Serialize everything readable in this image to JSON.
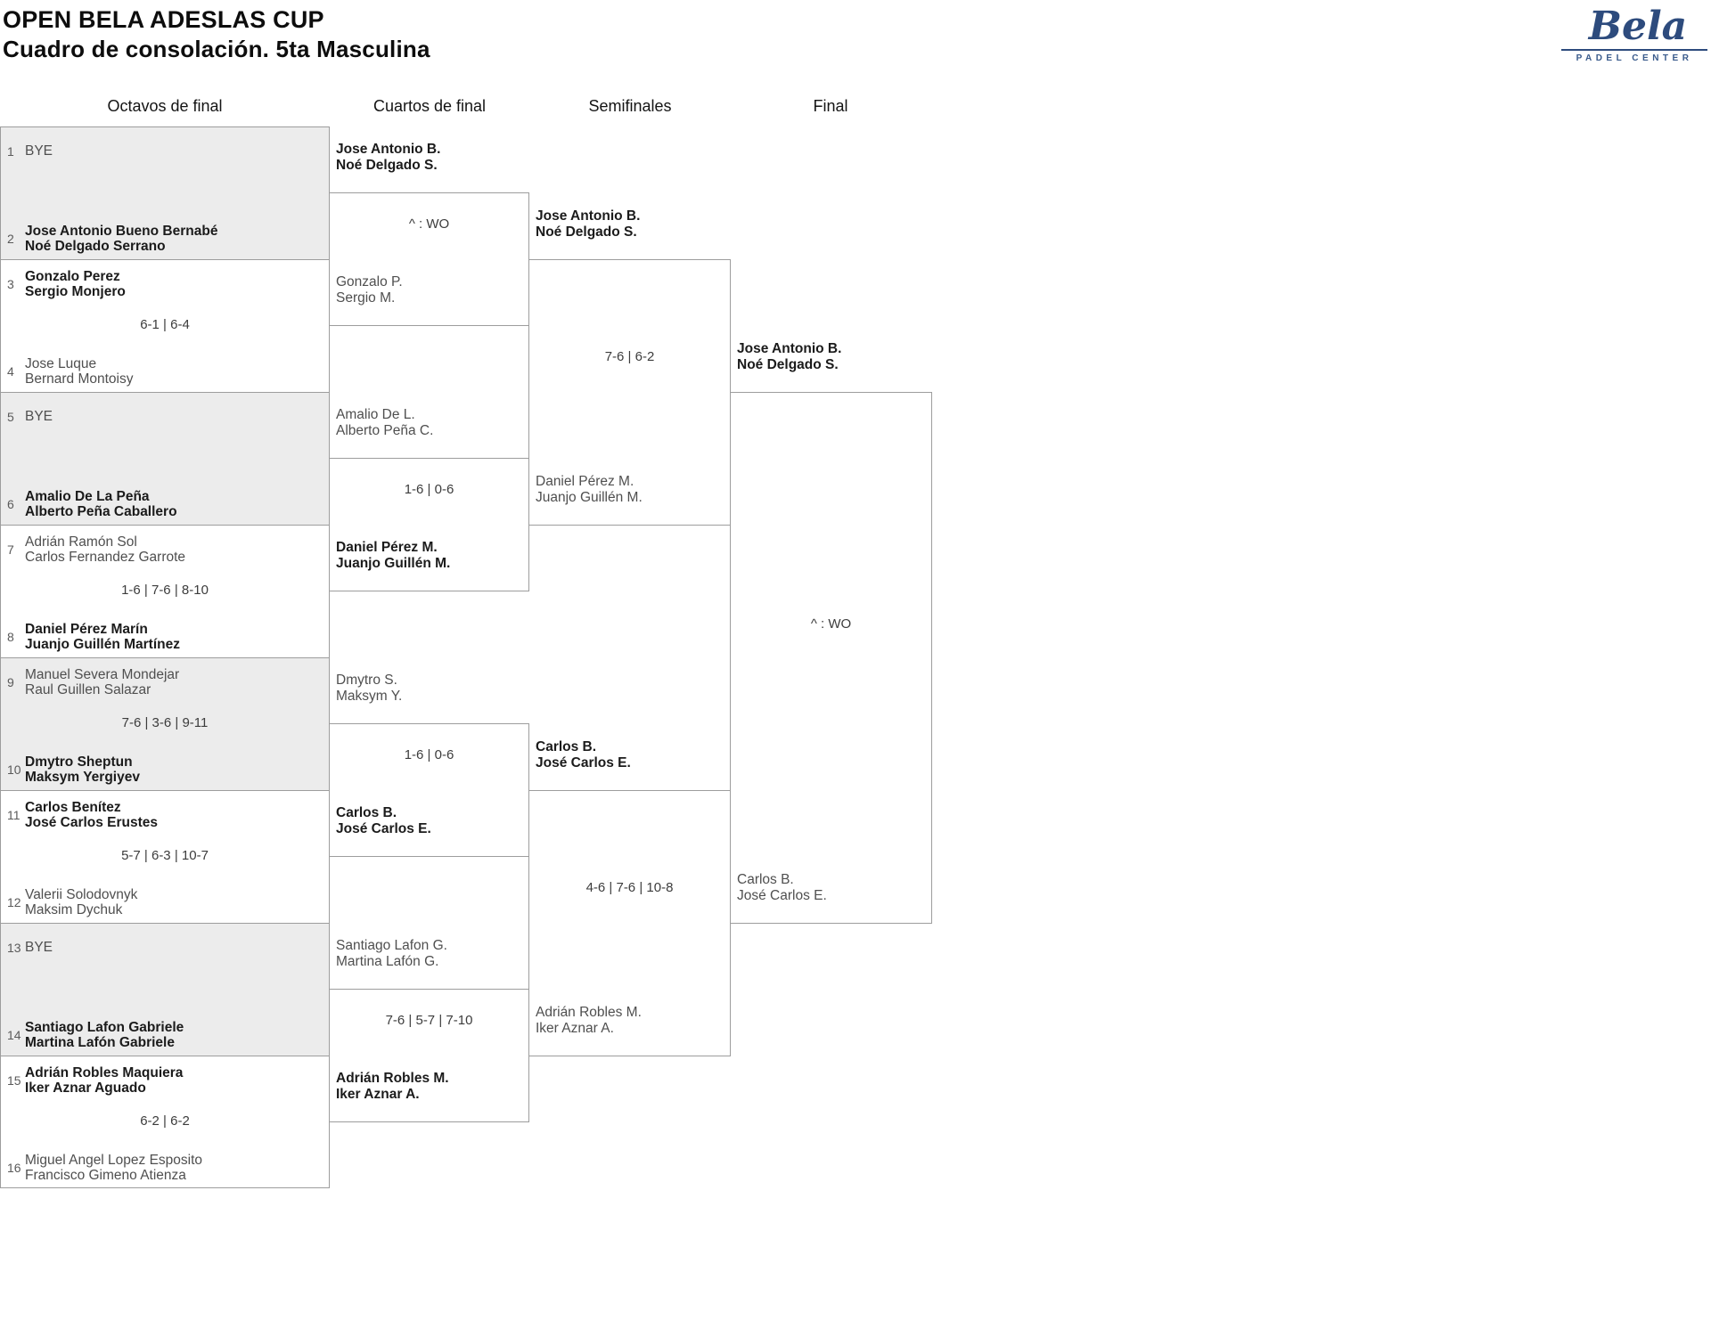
{
  "header": {
    "title": "OPEN BELA ADESLAS CUP",
    "subtitle": "Cuadro de consolación. 5ta Masculina"
  },
  "logo": {
    "brand": "Bela",
    "tagline": "PADEL CENTER",
    "color": "#2d4b7d"
  },
  "columns": [
    "Octavos de final",
    "Cuartos de final",
    "Semifinales",
    "Final"
  ],
  "round16": {
    "teams": [
      {
        "seed": "1",
        "name1": "BYE",
        "name2": ""
      },
      {
        "seed": "2",
        "name1": "Jose Antonio Bueno Bernabé",
        "name2": "Noé Delgado Serrano"
      },
      {
        "seed": "3",
        "name1": "Gonzalo Perez",
        "name2": "Sergio Monjero"
      },
      {
        "seed": "4",
        "name1": "Jose Luque",
        "name2": "Bernard Montoisy"
      },
      {
        "seed": "5",
        "name1": "BYE",
        "name2": ""
      },
      {
        "seed": "6",
        "name1": "Amalio De La Peña",
        "name2": "Alberto Peña Caballero"
      },
      {
        "seed": "7",
        "name1": "Adrián Ramón Sol",
        "name2": "Carlos Fernandez Garrote"
      },
      {
        "seed": "8",
        "name1": "Daniel Pérez Marín",
        "name2": "Juanjo Guillén Martínez"
      },
      {
        "seed": "9",
        "name1": "Manuel Severa Mondejar",
        "name2": "Raul Guillen Salazar"
      },
      {
        "seed": "10",
        "name1": "Dmytro Sheptun",
        "name2": "Maksym Yergiyev"
      },
      {
        "seed": "11",
        "name1": "Carlos Benítez",
        "name2": "José Carlos Erustes"
      },
      {
        "seed": "12",
        "name1": "Valerii Solodovnyk",
        "name2": "Maksim Dychuk"
      },
      {
        "seed": "13",
        "name1": "BYE",
        "name2": ""
      },
      {
        "seed": "14",
        "name1": "Santiago Lafon Gabriele",
        "name2": "Martina Lafón Gabriele"
      },
      {
        "seed": "15",
        "name1": "Adrián Robles Maquiera",
        "name2": "Iker Aznar Aguado"
      },
      {
        "seed": "16",
        "name1": "Miguel Angel Lopez Esposito",
        "name2": "Francisco Gimeno Atienza"
      }
    ],
    "scores": [
      "",
      "6-1 | 6-4",
      "",
      "1-6 | 7-6 | 8-10",
      "7-6 | 3-6 | 9-11",
      "5-7 | 6-3 | 10-7",
      "",
      "6-2 | 6-2"
    ]
  },
  "cuartos": {
    "slots": [
      {
        "name1": "Jose Antonio B.",
        "name2": "Noé Delgado S."
      },
      {
        "name1": "Gonzalo P.",
        "name2": "Sergio M."
      },
      {
        "name1": "Amalio De L.",
        "name2": "Alberto Peña C."
      },
      {
        "name1": "Daniel Pérez M.",
        "name2": "Juanjo Guillén M."
      },
      {
        "name1": "Dmytro S.",
        "name2": "Maksym Y."
      },
      {
        "name1": "Carlos B.",
        "name2": "José Carlos E."
      },
      {
        "name1": "Santiago Lafon G.",
        "name2": "Martina Lafón G."
      },
      {
        "name1": "Adrián Robles M.",
        "name2": "Iker Aznar A."
      }
    ],
    "scores": [
      "^ : WO",
      "1-6 | 0-6",
      "1-6 | 0-6",
      "7-6 | 5-7 | 7-10"
    ]
  },
  "semis": {
    "slots": [
      {
        "name1": "Jose Antonio B.",
        "name2": "Noé Delgado S."
      },
      {
        "name1": "Daniel Pérez M.",
        "name2": "Juanjo Guillén M."
      },
      {
        "name1": "Carlos B.",
        "name2": "José Carlos E."
      },
      {
        "name1": "Adrián Robles M.",
        "name2": "Iker Aznar A."
      }
    ],
    "scores": [
      "7-6 | 6-2",
      "4-6 | 7-6 | 10-8"
    ]
  },
  "final": {
    "slots": [
      {
        "name1": "Jose Antonio B.",
        "name2": "Noé Delgado S."
      },
      {
        "name1": "Carlos B.",
        "name2": "José Carlos E."
      }
    ],
    "scores": [
      "^ : WO"
    ]
  }
}
